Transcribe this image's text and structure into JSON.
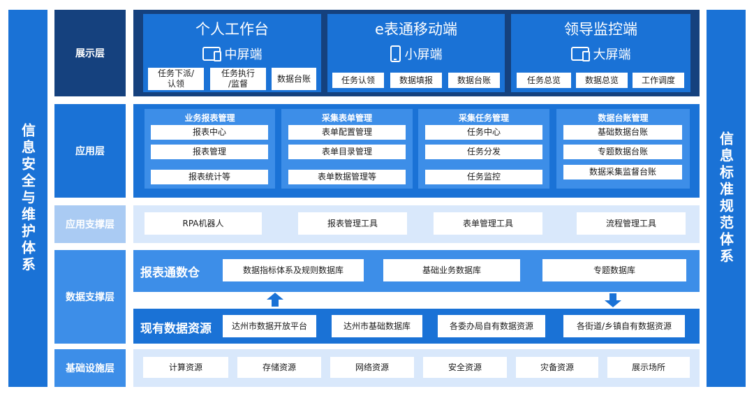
{
  "left_bar": "信息安全与维护体系",
  "right_bar": "信息标准规范体系",
  "layers": {
    "presentation": "展示层",
    "application": "应用层",
    "app_support": "应用支撑层",
    "data_support": "数据支撑层",
    "infrastructure": "基础设施层"
  },
  "presentation": [
    {
      "title": "个人工作台",
      "subtitle": "中屏端",
      "icon": "monitor-phone-icon",
      "items": [
        "任务下派/\n认领",
        "任务执行\n/监督",
        "数据台账"
      ]
    },
    {
      "title": "e表通移动端",
      "subtitle": "小屏端",
      "icon": "phone-icon",
      "items": [
        "任务认领",
        "数据填报",
        "数据台账"
      ]
    },
    {
      "title": "领导监控端",
      "subtitle": "大屏端",
      "icon": "monitor-phone-icon",
      "items": [
        "任务总览",
        "数据总览",
        "工作调度"
      ]
    }
  ],
  "application": [
    {
      "title": "业务报表管理",
      "items": [
        "报表中心",
        "报表管理",
        "报表统计等"
      ]
    },
    {
      "title": "采集表单管理",
      "items": [
        "表单配置管理",
        "表单目录管理",
        "表单数据管理等"
      ]
    },
    {
      "title": "采集任务管理",
      "items": [
        "任务中心",
        "任务分发",
        "任务监控"
      ]
    },
    {
      "title": "数据台账管理",
      "items": [
        "基础数据台账",
        "专题数据台账",
        "数据采集监督台账"
      ]
    }
  ],
  "app_support": [
    "RPA机器人",
    "报表管理工具",
    "表单管理工具",
    "流程管理工具"
  ],
  "data_support": {
    "warehouse_title": "报表通数仓",
    "warehouse": [
      "数据指标体系及规则数据库",
      "基础业务数据库",
      "专题数据库"
    ],
    "existing_title": "现有数据资源",
    "existing": [
      "达州市数据开放平台",
      "达州市基础数据库",
      "各委办局自有数据资源",
      "各街道/乡镇自有数据资源"
    ]
  },
  "infrastructure": [
    "计算资源",
    "存储资源",
    "网络资源",
    "安全资源",
    "灾备资源",
    "展示场所"
  ],
  "colors": {
    "dark_navy": "#15417e",
    "blue": "#1a72d6",
    "mid_blue": "#3d8ee8",
    "light_blue": "#aacbf3",
    "lighter_blue": "#d9e8fb"
  }
}
